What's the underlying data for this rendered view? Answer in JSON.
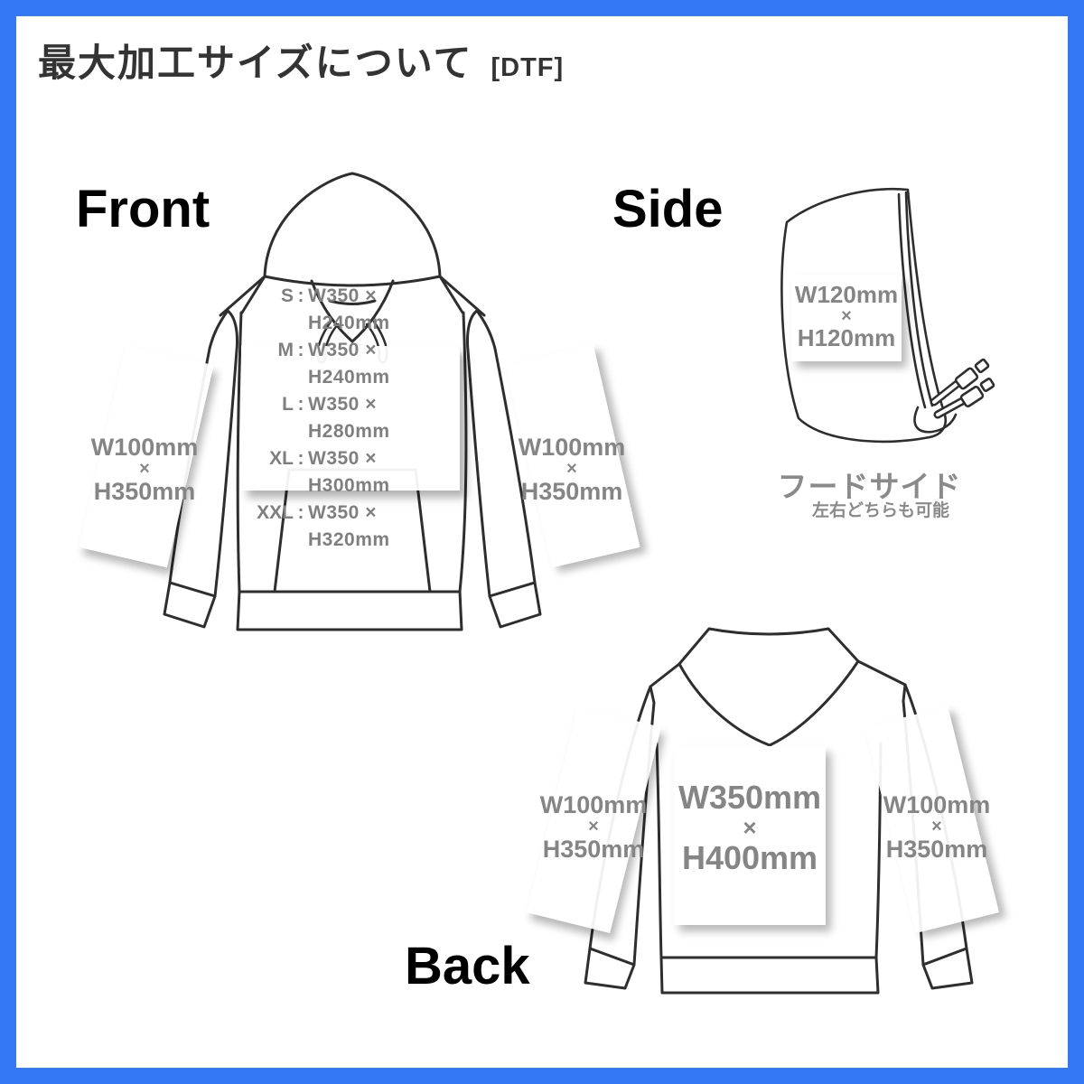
{
  "title": {
    "text": "最大加工サイズについて",
    "tag": "[DTF]"
  },
  "colors": {
    "border_blue": "#3578F6",
    "label_gray": "#858585",
    "chart_gray": "#7f7f7f",
    "outline_ink": "#2e2e2e"
  },
  "front": {
    "label": "Front",
    "colon": ":",
    "size_chart": [
      {
        "size": "S",
        "value": "W350 × H240mm"
      },
      {
        "size": "M",
        "value": "W350 × H240mm"
      },
      {
        "size": "L",
        "value": "W350 × H280mm"
      },
      {
        "size": "XL",
        "value": "W350 × H300mm"
      },
      {
        "size": "XXL",
        "value": "W350 × H320mm"
      }
    ],
    "sleeve_left": {
      "w": "W100mm",
      "times": "×",
      "h": "H350mm"
    },
    "sleeve_right": {
      "w": "W100mm",
      "times": "×",
      "h": "H350mm"
    }
  },
  "side": {
    "label": "Side",
    "hood_print": {
      "w": "W120mm",
      "times": "×",
      "h": "H120mm"
    },
    "caption": "フードサイド",
    "subcaption": "左右どちらも可能"
  },
  "back": {
    "label": "Back",
    "print": {
      "w": "W350mm",
      "times": "×",
      "h": "H400mm"
    },
    "sleeve_left": {
      "w": "W100mm",
      "times": "×",
      "h": "H350mm"
    },
    "sleeve_right": {
      "w": "W100mm",
      "times": "×",
      "h": "H350mm"
    }
  }
}
